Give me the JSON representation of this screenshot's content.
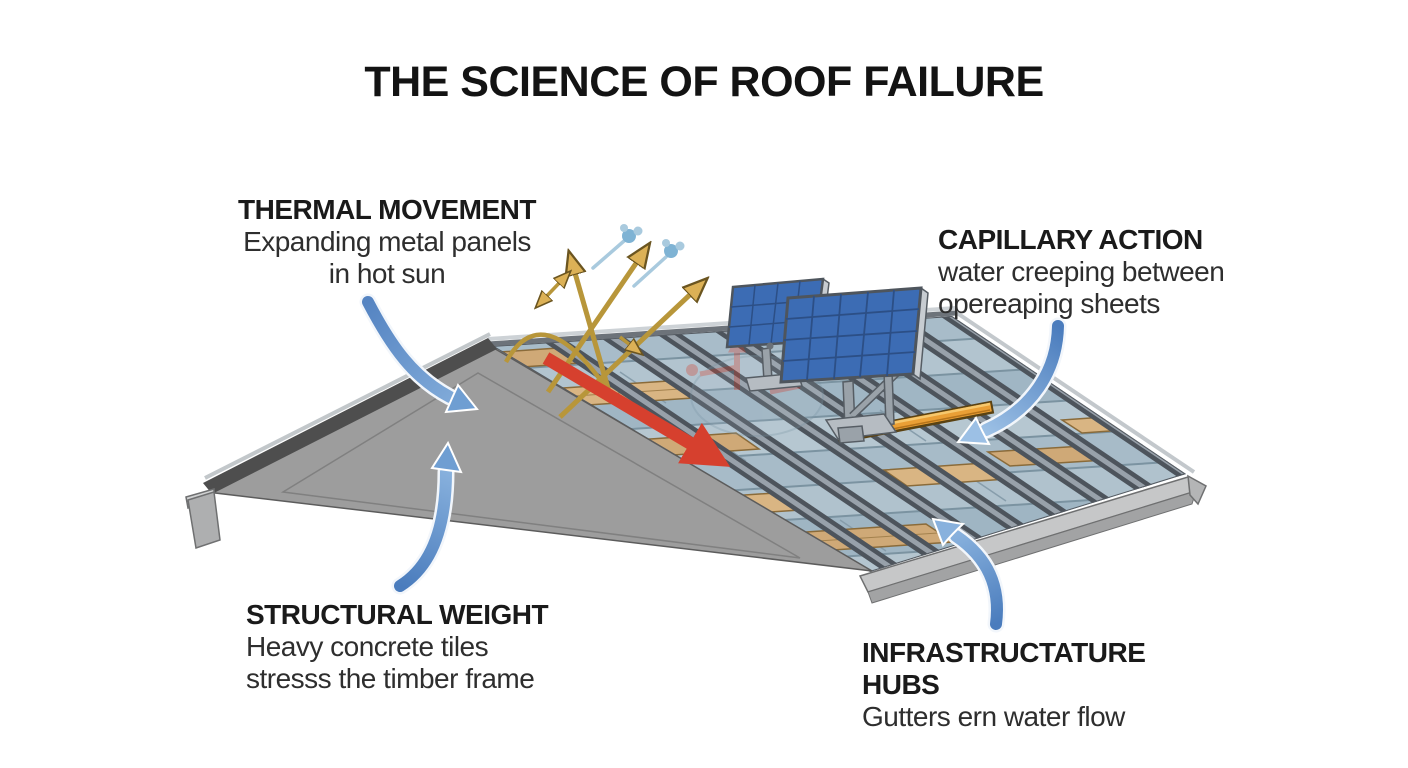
{
  "title": "THE SCIENCE OF ROOF FAILURE",
  "labels": {
    "thermal": {
      "heading": "THERMAL MOVEMENT",
      "line1": "Expanding metal panels",
      "line2": "in hot sun"
    },
    "capillary": {
      "heading": "CAPILLARY ACTION",
      "line1": "water creeping between",
      "line2": "opereaping sheets"
    },
    "structural": {
      "heading": "STRUCTURAL WEIGHT",
      "line1": "Heavy concrete tiles",
      "line2": "stresss the timber frame"
    },
    "infrastructure": {
      "heading": "INFRASTRUCTATURE HUBS",
      "line1": "Gutters ern water flow"
    }
  },
  "illustration": {
    "subject": "isometric roof cutaway showing failure mechanisms",
    "parts": [
      "gable-end",
      "roof-deck",
      "standing-seam-rails",
      "wood-battens",
      "solar-panel-left",
      "solar-panel-right",
      "timber-beam",
      "roof-gutter",
      "thermal-expansion-arrows",
      "heat-shimmer-puffs",
      "water-flow-arrow",
      "pointer-arrows"
    ],
    "colors": {
      "deck_sheet": "#aec0cc",
      "rail_dark": "#4d545c",
      "wood_batten": "#cfa977",
      "gable_gray": "#9d9d9d",
      "red_arrow": "#d6402e",
      "gold_arrow": "#b8963a",
      "blue_pointer": "#4a7cbd",
      "solar_cell": "#3c6cb4",
      "gutter_gray": "#c6c7c8"
    }
  }
}
